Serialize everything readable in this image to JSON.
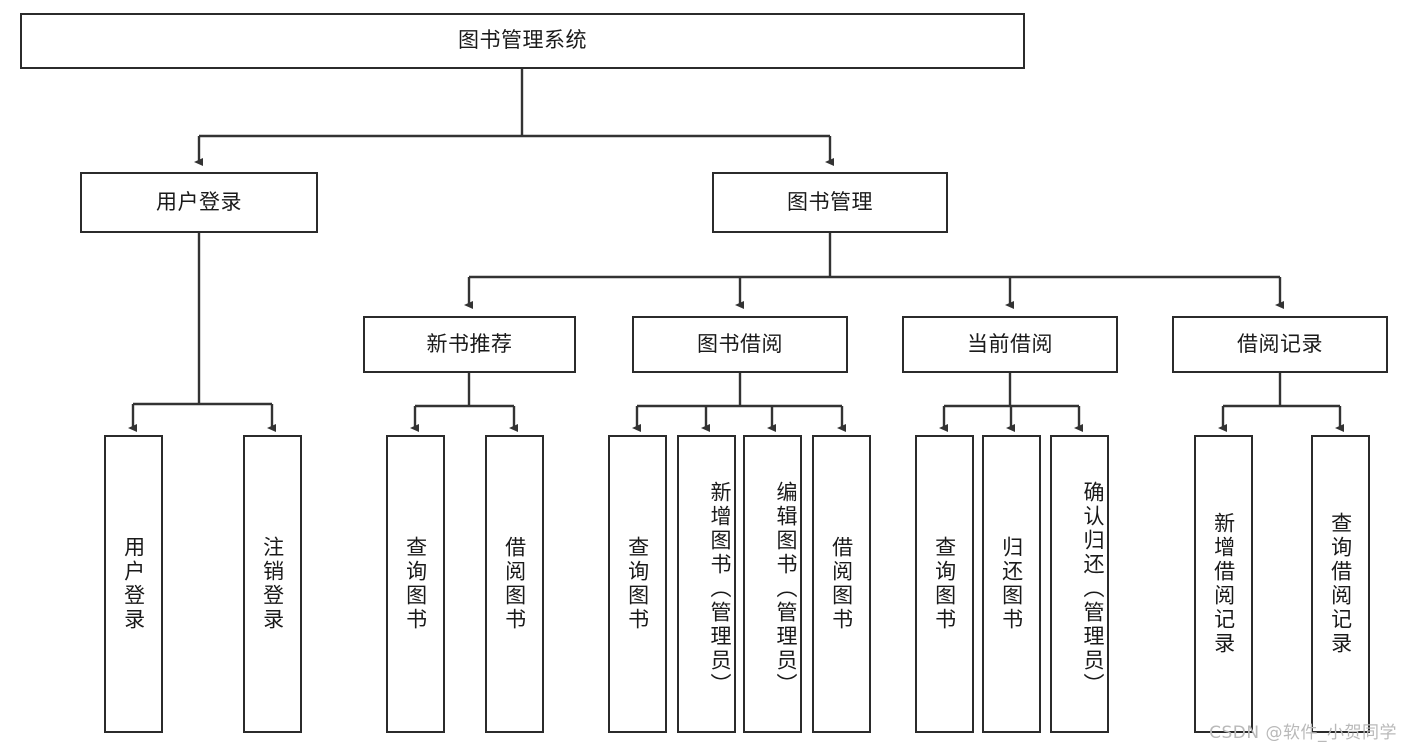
{
  "diagram": {
    "title_box": {
      "label": "图书管理系统"
    },
    "level2": [
      {
        "id": "user-login",
        "label": "用户登录"
      },
      {
        "id": "book-management",
        "label": "图书管理"
      }
    ],
    "level3": [
      {
        "id": "new-book-recommend",
        "label": "新书推荐"
      },
      {
        "id": "book-borrow",
        "label": "图书借阅"
      },
      {
        "id": "current-borrow",
        "label": "当前借阅"
      },
      {
        "id": "borrow-record",
        "label": "借阅记录"
      }
    ],
    "leaves": [
      {
        "id": "leaf-user-login",
        "label": "用户登录",
        "parent": "user-login"
      },
      {
        "id": "leaf-logout",
        "label": "注销登录",
        "parent": "user-login"
      },
      {
        "id": "leaf-query-book-1",
        "label": "查询图书",
        "parent": "new-book-recommend"
      },
      {
        "id": "leaf-borrow-book-1",
        "label": "借阅图书",
        "parent": "new-book-recommend"
      },
      {
        "id": "leaf-query-book-2",
        "label": "查询图书",
        "parent": "book-borrow"
      },
      {
        "id": "leaf-add-book",
        "label": "新增图书（管理员）",
        "parent": "book-borrow"
      },
      {
        "id": "leaf-edit-book",
        "label": "编辑图书（管理员）",
        "parent": "book-borrow"
      },
      {
        "id": "leaf-borrow-book-2",
        "label": "借阅图书",
        "parent": "book-borrow"
      },
      {
        "id": "leaf-query-book-3",
        "label": "查询图书",
        "parent": "current-borrow"
      },
      {
        "id": "leaf-return-book",
        "label": "归还图书",
        "parent": "current-borrow"
      },
      {
        "id": "leaf-confirm-return",
        "label": "确认归还（管理员）",
        "parent": "current-borrow"
      },
      {
        "id": "leaf-add-record",
        "label": "新增借阅记录",
        "parent": "borrow-record"
      },
      {
        "id": "leaf-query-record",
        "label": "查询借阅记录",
        "parent": "borrow-record"
      }
    ],
    "watermark": "CSDN @软件_小贺同学",
    "colors": {
      "stroke": "#2b2b2b",
      "background": "#ffffff",
      "text": "#1a1a1a",
      "watermark": "#b9b9b9"
    }
  }
}
